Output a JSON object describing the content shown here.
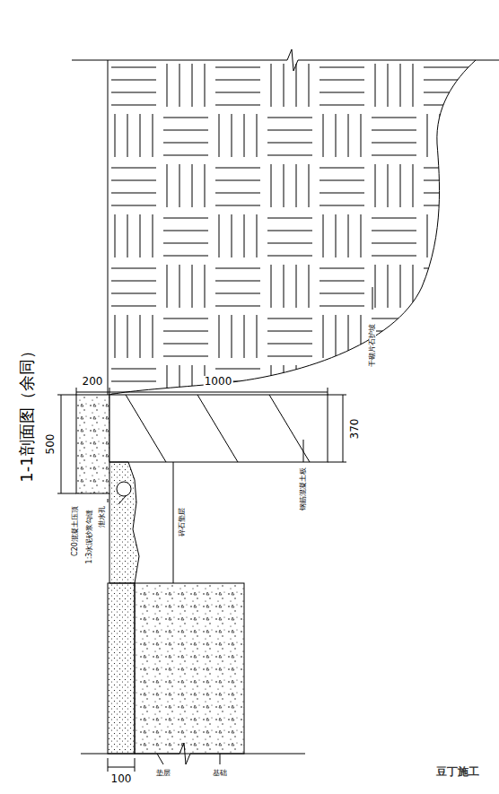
{
  "diagram": {
    "title": "1-1剖面图（余同）",
    "labels": [
      "200",
      "1000",
      "500",
      "370",
      "100",
      "干砌片石护坡",
      "钢筋混凝土板",
      "碎石垫层",
      "C20混凝土压顶",
      "泄水孔",
      "1:3水泥砂浆勾缝",
      "垫层",
      "基础",
      "豆丁施工"
    ]
  }
}
